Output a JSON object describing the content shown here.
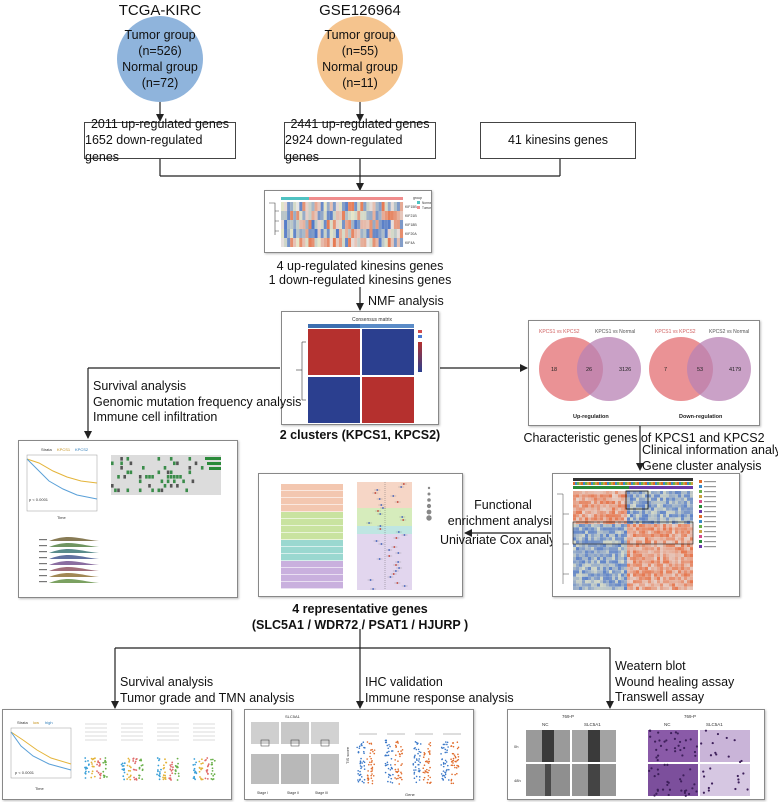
{
  "datasets": [
    {
      "title": "TCGA-KIRC",
      "lines": [
        "Tumor group",
        "(n=526)",
        "Normal group",
        "(n=72)"
      ],
      "color": "#8fb4dc"
    },
    {
      "title": "GSE126964",
      "lines": [
        "Tumor group",
        "(n=55)",
        "Normal group",
        "(n=11)"
      ],
      "color": "#f5c48e"
    }
  ],
  "deg_boxes": [
    [
      "2011 up-regulated genes",
      "1652 down-regulated genes"
    ],
    [
      "2441 up-regulated genes",
      "2924 down-regulated genes"
    ],
    [
      "41 kinesins genes"
    ]
  ],
  "heatmap_caption": [
    "4 up-regulated kinesins genes",
    "1 down-regulated kinesins genes"
  ],
  "heatmap_genes": [
    "KIF15B",
    "KIF21B",
    "KIF18B",
    "KIF20A",
    "KIF4A"
  ],
  "heatmap_legend_title": "group",
  "heatmap_legend_items": [
    "Normal",
    "Tumor"
  ],
  "nmf_label": "NMF analysis",
  "consensus_title": "Consensus matrix",
  "clusters_caption": "2 clusters (KPCS1, KPCS2)",
  "left_branch": [
    "Survival  analysis",
    "Genomic mutation frequency analysis",
    "Immune cell infiltration"
  ],
  "venn": {
    "up": {
      "left_label": "KPCS1 vs KPCS2",
      "right_label": "KPCS1 vs Normal",
      "left": "18",
      "middle": "26",
      "right": "3126",
      "caption": "Up-regulation"
    },
    "down": {
      "left_label": "KPCS1 vs KPCS2",
      "right_label": "KPCS2 vs Normal",
      "left": "7",
      "middle": "53",
      "right": "4179",
      "caption": "Down-regulation"
    },
    "left_color": "#e8868a",
    "right_color": "#b882b4"
  },
  "venn_caption": "Characteristic genes of KPCS1 and KPCS2",
  "right_branch": [
    "Clinical information analysis",
    "Gene cluster analysis"
  ],
  "functional": [
    "Functional",
    "enrichment analysis"
  ],
  "univariate": "Univariate Cox analysis",
  "genes_caption": [
    "4 representative genes",
    "(SLC5A1 / WDR72 / PSAT1 / HJURP )"
  ],
  "bottom_labels": [
    [
      "Survival  analysis",
      "Tumor grade and TMN analysis"
    ],
    [
      "IHC validation",
      "Immune response analysis"
    ],
    [
      "Weatern blot",
      "Wound healing assay",
      "Transwell assay"
    ]
  ],
  "mini_survival": {
    "legend": "Strata",
    "a": "KPCS1",
    "b": "KPCS2",
    "pval": "p < 0.0001",
    "xlabel": "Time"
  },
  "mini_survival2": {
    "legend": "Strata",
    "a": "low",
    "b": "high",
    "pval": "p < 0.0001",
    "xlabel": "Time"
  },
  "ihc_title": "SLC5A1",
  "ihc_stages": [
    "Stage I",
    "Stage II",
    "Stage III"
  ],
  "cell_title": "769-P",
  "cell_cols": [
    "NC",
    "SLC5A1"
  ],
  "cell_rows": [
    "0h",
    "48h"
  ],
  "scatter_xlabel": "Gene",
  "scatter_ylabel": "TIS score"
}
